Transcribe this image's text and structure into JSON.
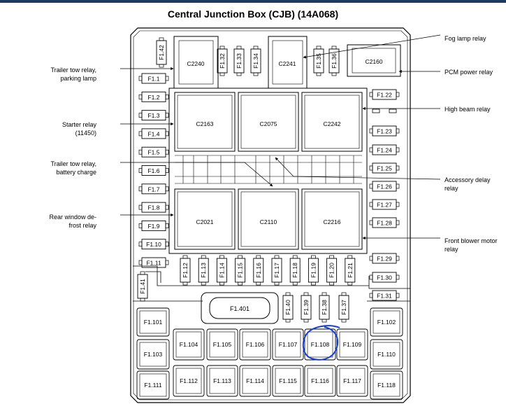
{
  "title": "Central Junction Box (CJB) (14A068)",
  "callouts": {
    "fog_lamp_relay": "Fog lamp relay",
    "pcm_power_relay": "PCM power relay",
    "high_beam_relay": "High beam relay",
    "accessory_delay_relay": [
      "Accessory delay",
      "relay"
    ],
    "front_blower_motor_relay": [
      "Front blower motor",
      "relay"
    ],
    "trailer_tow_parking": [
      "Trailer tow relay,",
      "parking lamp"
    ],
    "starter_relay": [
      "Starter relay",
      "(11450)"
    ],
    "trailer_tow_battery": [
      "Trailer tow relay,",
      "battery charge"
    ],
    "rear_window_defrost": [
      "Rear window de-",
      "frost relay"
    ]
  },
  "relays": {
    "c2240": "C2240",
    "c2241": "C2241",
    "c2160": "C2160",
    "c2163": "C2163",
    "c2075": "C2075",
    "c2242": "C2242",
    "c2021": "C2021",
    "c2110": "C2110",
    "c2216": "C2216"
  },
  "left_fuses": [
    "F1.1",
    "F1.2",
    "F1.3",
    "F1.4",
    "F1.5",
    "F1.6",
    "F1.7",
    "F1.8",
    "F1.9",
    "F1.10",
    "F1.11"
  ],
  "right_fuses": [
    "F1.22",
    "F1.23",
    "F1.24",
    "F1.25",
    "F1.26",
    "F1.27",
    "F1.28",
    "F1.29",
    "F1.30",
    "F1.31"
  ],
  "top_vertical_fuses": [
    "F1.42",
    "F1.32",
    "F1.33",
    "F1.34",
    "F1.35",
    "F1.36"
  ],
  "bottom_vertical_fuses": [
    "F1.12",
    "F1.13",
    "F1.14",
    "F1.15",
    "F1.16",
    "F1.17",
    "F1.18",
    "F1.19",
    "F1.20",
    "F1.21"
  ],
  "lower_vertical_fuses": [
    "F1.41",
    "F1.40",
    "F1.39",
    "F1.38",
    "F1.37"
  ],
  "big_fuse": "F1.401",
  "maxi_fuses": {
    "row1": [
      "F1.101",
      "F1.102"
    ],
    "row2": [
      "F1.103",
      "F1.104",
      "F1.105",
      "F1.106",
      "F1.107",
      "F1.108",
      "F1.109",
      "F1.110"
    ],
    "row3": [
      "F1.111",
      "F1.112",
      "F1.113",
      "F1.114",
      "F1.115",
      "F1.116",
      "F1.117",
      "F1.118"
    ]
  },
  "highlight": {
    "fuse": "F1.108",
    "color": "#1a3fd6"
  },
  "colors": {
    "line": "#000000",
    "background": "#ffffff"
  }
}
